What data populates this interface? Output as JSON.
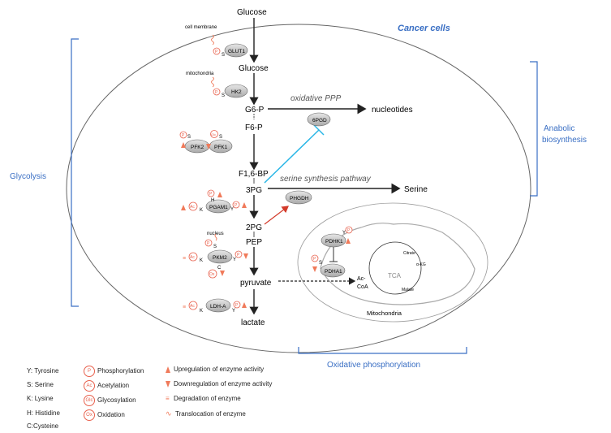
{
  "labels": {
    "cancer_cells": "Cancer cells",
    "glycolysis": "Glycolysis",
    "anabolic_line1": "Anabolic",
    "anabolic_line2": "biosynthesis",
    "oxphos": "Oxidative phosphorylation",
    "cell_membrane": "cell membrane",
    "mitochondria_small": "mitochondria",
    "nucleus": "nucleus",
    "mitochondria_caption": "Mitochondria",
    "oxidative_ppp": "oxidative PPP",
    "serine_pathway": "serine synthesis pathway"
  },
  "metabolites": {
    "glucose_top": "Glucose",
    "glucose": "Glucose",
    "g6p": "G6-P",
    "f6p": "F6-P",
    "f16bp": "F1,6-BP",
    "pg3": "3PG",
    "pg2": "2PG",
    "pep": "PEP",
    "pyruvate": "pyruvate",
    "lactate": "lactate",
    "nucleotides": "nucleotides",
    "serine": "Serine",
    "acoa_line1": "Ac-",
    "acoa_line2": "CoA",
    "tca": "TCA",
    "citrate": "Citrate",
    "akg": "α-KG",
    "malate": "Malate"
  },
  "enzymes": {
    "glut1": "GLUT1",
    "hk2": "HK2",
    "pfk2": "PFK2",
    "pfk1": "PFK1",
    "pgpd": "6PGD",
    "phgdh": "PHGDH",
    "pgam1": "PGAM1",
    "pkm2": "PKM2",
    "ldha": "LDH-A",
    "pdhk1": "PDHK1",
    "pdha1": "PDHA1"
  },
  "marks": {
    "p": "P",
    "ac": "Ac",
    "glc": "Glc",
    "ox": "Ox",
    "s": "S",
    "y": "Y",
    "k": "K",
    "h": "H",
    "c": "C"
  },
  "legend": {
    "residues": [
      "Y: Tyrosine",
      "S: Serine",
      "K: Lysine",
      "H: Histidine",
      "C:Cysteine"
    ],
    "modifications": [
      {
        "icon": "P",
        "label": "Phosphorylation"
      },
      {
        "icon": "Ac",
        "label": "Acetylation"
      },
      {
        "icon": "Glc",
        "label": "Glycosylation"
      },
      {
        "icon": "Ox",
        "label": "Oxidation"
      }
    ],
    "effects": [
      {
        "label": "Upregulation of enzyme activity"
      },
      {
        "label": "Downregulation of enzyme activity"
      },
      {
        "label": "Degradation of enzyme"
      },
      {
        "label": "Translocation of enzyme"
      }
    ]
  },
  "colors": {
    "accent_blue": "#3a6fc4",
    "mod_red": "#e8604c",
    "arrow_red": "#d33a2a",
    "inhibit_cyan": "#29b6e6",
    "enzyme_fill": "#c9c9c9"
  }
}
